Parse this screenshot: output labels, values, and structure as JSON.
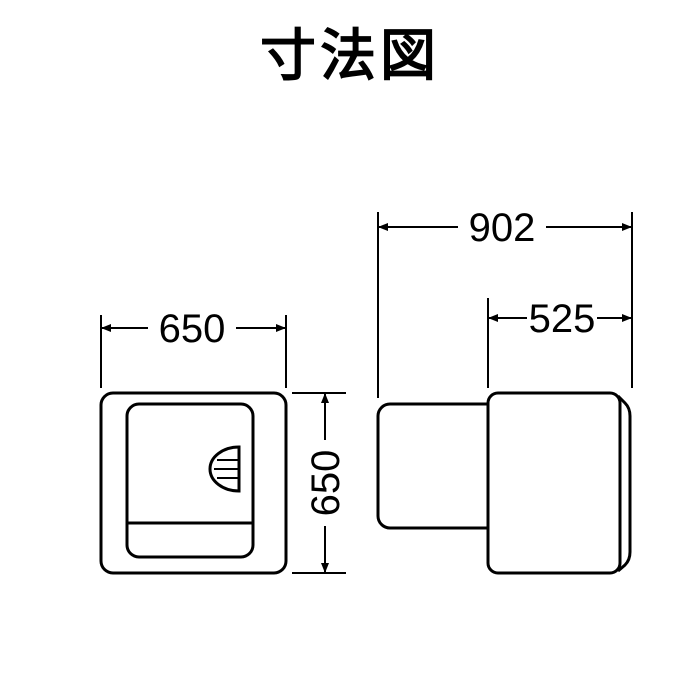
{
  "title": "寸法図",
  "front_view": {
    "width_label": "650",
    "height_label": "650"
  },
  "side_view": {
    "total_depth_label": "902",
    "body_depth_label": "525"
  }
}
